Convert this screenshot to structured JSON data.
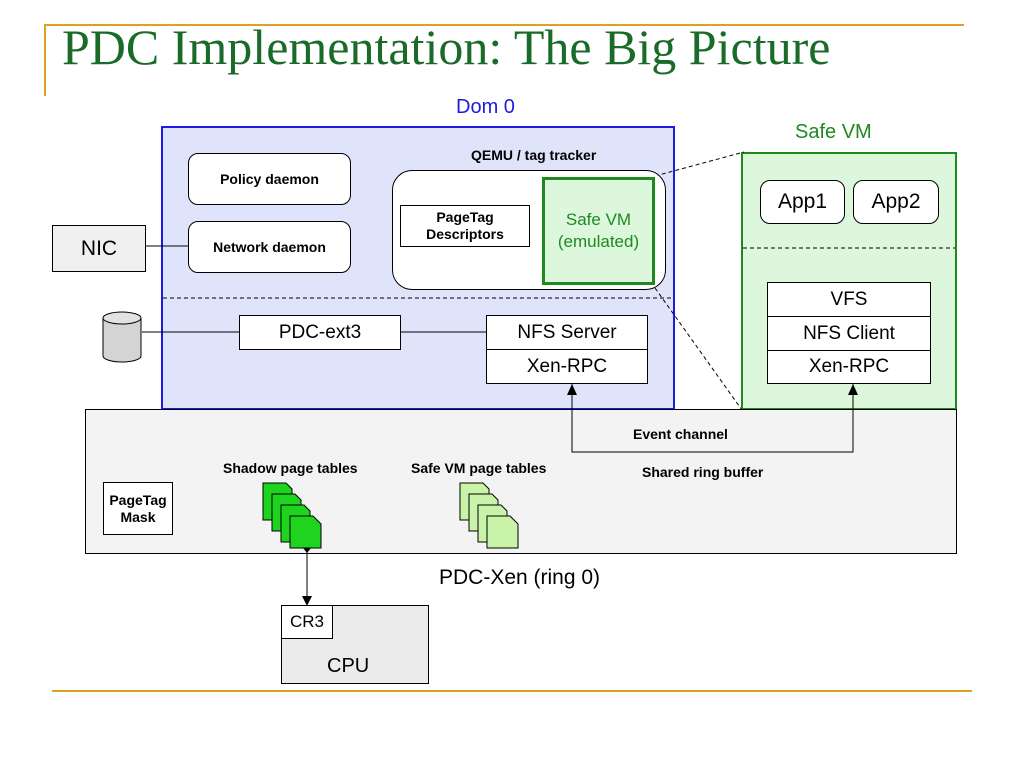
{
  "slide": {
    "title": "PDC Implementation: The Big Picture"
  },
  "colors": {
    "title_green": "#1a6b2a",
    "dom0_border": "#1c1ce0",
    "dom0_fill": "#dfe4fb",
    "safevm_border": "#1e8a1e",
    "safevm_fill": "#dcf7dc",
    "page_dark_green": "#1fd41f",
    "page_light_green": "#c9f3a8",
    "xen_fill": "#f3f3f3",
    "rule_orange": "#e0a020"
  },
  "dom0": {
    "label": "Dom 0",
    "policy_daemon": "Policy daemon",
    "network_daemon": "Network daemon",
    "qemu_label": "QEMU / tag tracker",
    "pagetag_descriptors_line1": "PageTag",
    "pagetag_descriptors_line2": "Descriptors",
    "safe_vm_emulated_line1": "Safe VM",
    "safe_vm_emulated_line2": "(emulated)",
    "pdc_ext3": "PDC-ext3",
    "nfs_server": "NFS Server",
    "xen_rpc": "Xen-RPC"
  },
  "safe_vm": {
    "label": "Safe VM",
    "app1": "App1",
    "app2": "App2",
    "vfs": "VFS",
    "nfs_client": "NFS Client",
    "xen_rpc": "Xen-RPC"
  },
  "external": {
    "nic": "NIC",
    "disk_icon": "disk-cylinder-icon"
  },
  "xen": {
    "label": "PDC-Xen (ring 0)",
    "event_channel": "Event channel",
    "shared_ring_buffer": "Shared ring buffer",
    "shadow_page_tables": "Shadow page tables",
    "safe_vm_page_tables": "Safe VM page tables",
    "pagetag_mask_line1": "PageTag",
    "pagetag_mask_line2": "Mask"
  },
  "cpu": {
    "label": "CPU",
    "cr3": "CR3"
  }
}
